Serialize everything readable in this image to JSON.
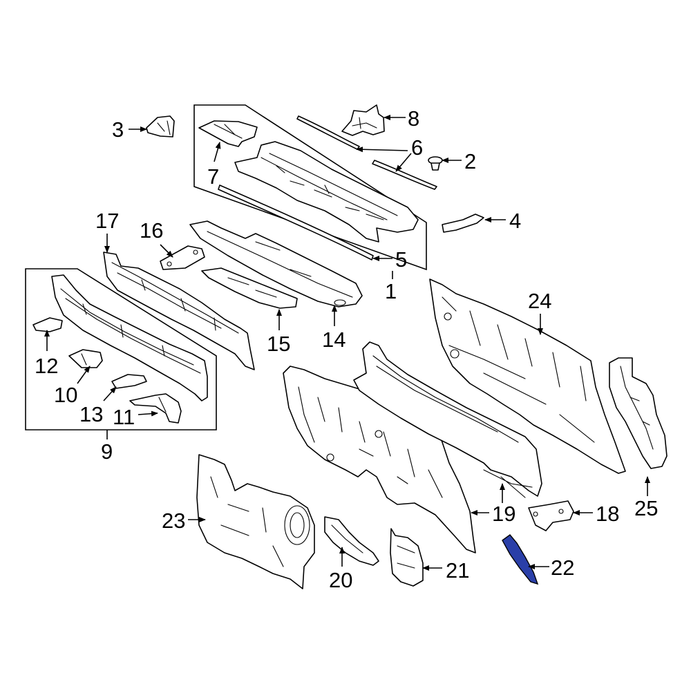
{
  "highlight_color": "#2a3fa8",
  "highlighted_part": "22",
  "callouts": {
    "c1": "1",
    "c2": "2",
    "c3": "3",
    "c4": "4",
    "c5": "5",
    "c6": "6",
    "c7": "7",
    "c8": "8",
    "c9": "9",
    "c10": "10",
    "c11": "11",
    "c12": "12",
    "c13": "13",
    "c14": "14",
    "c15": "15",
    "c16": "16",
    "c17": "17",
    "c18": "18",
    "c19": "19",
    "c20": "20",
    "c21": "21",
    "c22": "22",
    "c23": "23",
    "c24": "24",
    "c25": "25"
  }
}
